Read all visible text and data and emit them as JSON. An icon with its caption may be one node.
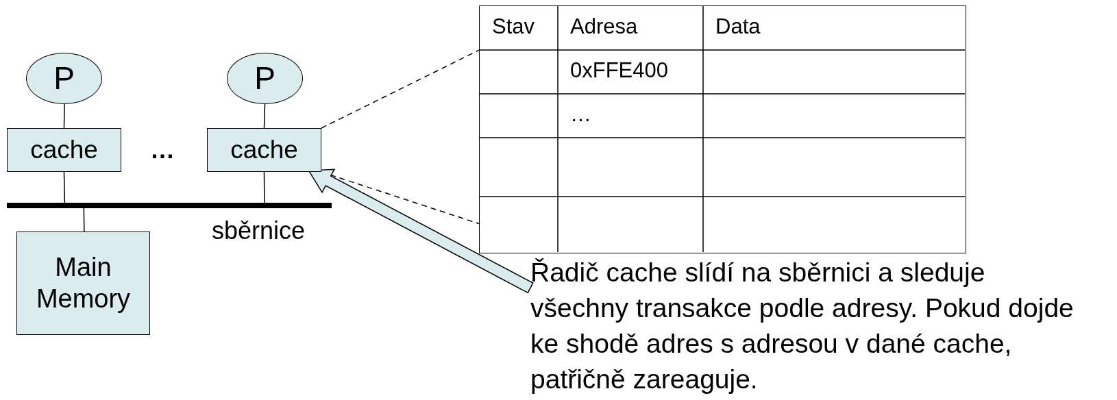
{
  "diagram": {
    "nodes": [
      {
        "text": [
          "P"
        ]
      },
      {
        "text": [
          "cache"
        ]
      },
      {
        "text": [
          "P"
        ]
      },
      {
        "text": [
          "cache"
        ]
      },
      {
        "text": [],
        "shape": "bar",
        "beside": [
          "sběrnice"
        ]
      },
      {
        "text": [
          "Main Memory"
        ]
      },
      {
        "text": [
          "Stav",
          "Adresa",
          "Data",
          "0xFFE400",
          "…"
        ]
      },
      {
        "text": [
          "Řadič cache slídí na sběrnici a sleduje všechny transakce podle adresy. Pokud dojde ke shodě adres s adresou v dané cache, patřičně zareaguje."
        ]
      }
    ],
    "edges": [
      {
        "from": 0,
        "to": 1,
        "arrow": "none"
      },
      {
        "from": 2,
        "to": 3,
        "arrow": "none"
      },
      {
        "from": 1,
        "to": 4,
        "arrow": "none"
      },
      {
        "from": 3,
        "to": 4,
        "arrow": "none"
      },
      {
        "from": 4,
        "to": 5,
        "arrow": "none"
      },
      {
        "from": 3,
        "to": 6,
        "arrow": "none",
        "style": "dashed"
      },
      {
        "from": 3,
        "to": 6,
        "arrow": "none",
        "style": "dashed"
      },
      {
        "from": 7,
        "to": 3,
        "arrow": "to",
        "style": "thick"
      }
    ],
    "labels": [
      "…"
    ]
  }
}
